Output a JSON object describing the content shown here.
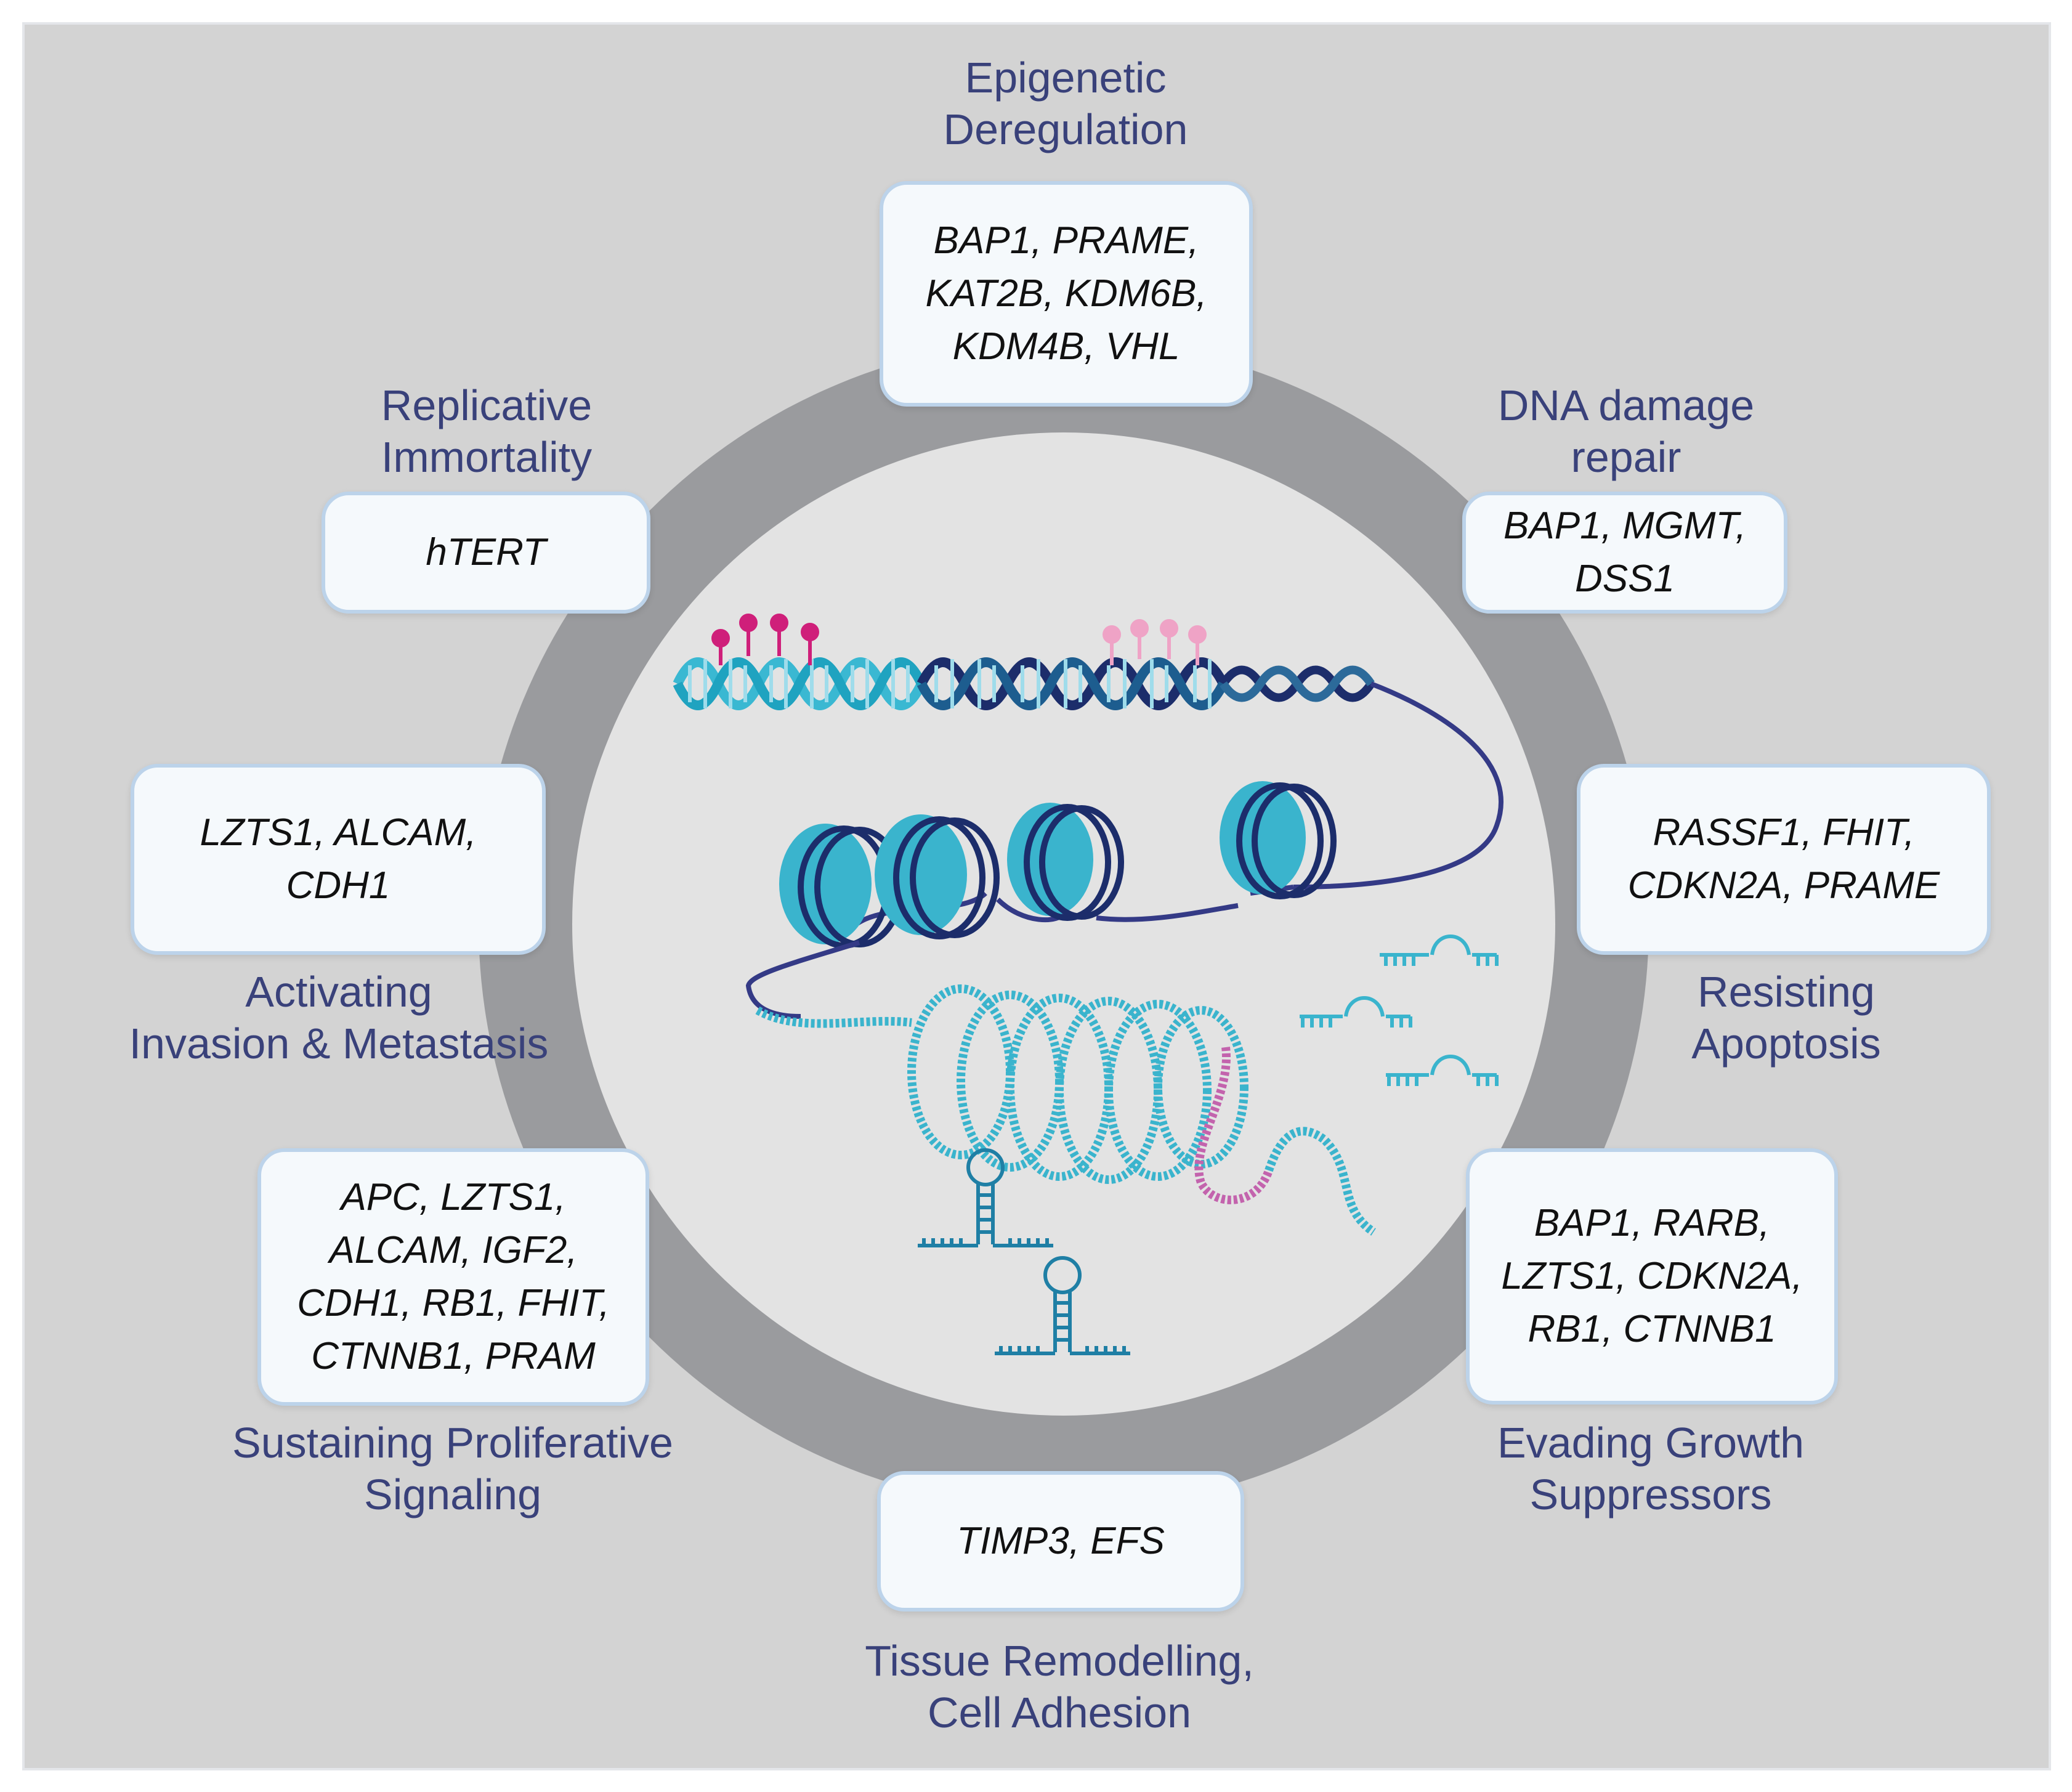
{
  "categories": [
    {
      "id": "epigenetic",
      "label": "Epigenetic\nDeregulation",
      "genes": "BAP1, PRAME,\nKAT2B, KDM6B,\nKDM4B, VHL"
    },
    {
      "id": "dna-repair",
      "label": "DNA damage\nrepair",
      "genes": "BAP1, MGMT,\nDSS1"
    },
    {
      "id": "apoptosis",
      "label": "Resisting\nApoptosis",
      "genes": "RASSF1, FHIT,\nCDKN2A, PRAME"
    },
    {
      "id": "growth-suppressors",
      "label": "Evading Growth\nSuppressors",
      "genes": "BAP1, RARB,\nLZTS1, CDKN2A,\nRB1, CTNNB1"
    },
    {
      "id": "tissue-remodelling",
      "label": "Tissue Remodelling,\nCell Adhesion",
      "genes": "TIMP3, EFS"
    },
    {
      "id": "proliferative",
      "label": "Sustaining Proliferative\nSignaling",
      "genes": "APC, LZTS1,\nALCAM, IGF2,\nCDH1, RB1, FHIT,\nCTNNB1, PRAM"
    },
    {
      "id": "invasion",
      "label": "Activating\nInvasion & Metastasis",
      "genes": "LZTS1, ALCAM,\nCDH1"
    },
    {
      "id": "immortality",
      "label": "Replicative\nImmortality",
      "genes": "hTERT"
    }
  ],
  "colors": {
    "panel": "#d3d3d3",
    "ring": "#9a9b9e",
    "center": "#e3e3e3",
    "label_text": "#39417a",
    "box_border": "#bcd3ea",
    "box_fill": "#f5f9fc",
    "dna_light": "#3ab8d2",
    "dna_dark": "#1c2d6b",
    "nucleosome": "#3ab4cd",
    "methyl_dark": "#cf1f7a",
    "methyl_light": "#efa3c6",
    "chromatin_pink": "#c363ad"
  }
}
